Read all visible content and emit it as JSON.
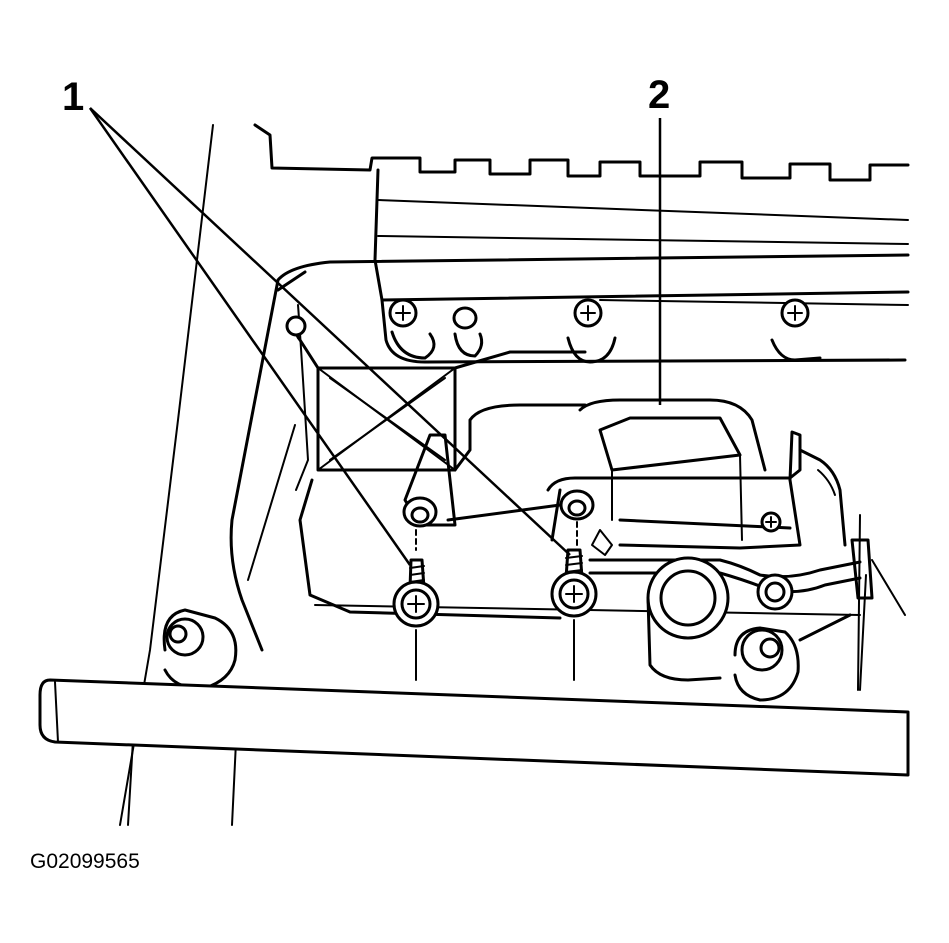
{
  "diagram": {
    "callouts": [
      {
        "id": "callout-1",
        "label": "1"
      },
      {
        "id": "callout-2",
        "label": "2"
      }
    ],
    "figure_id": "G02099565"
  }
}
